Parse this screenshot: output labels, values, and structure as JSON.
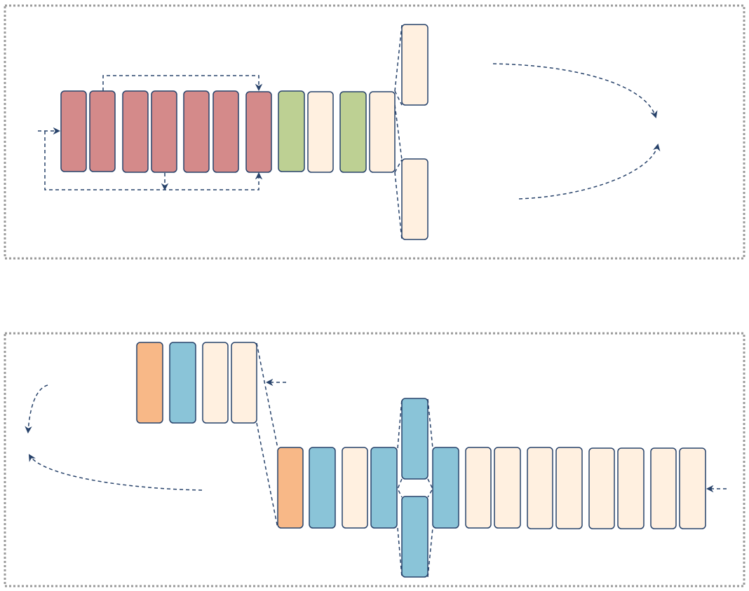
{
  "colors": {
    "red": "#d48a8a",
    "green": "#bdd093",
    "cream": "#fff0e0",
    "blue": "#8ac4d8",
    "orange": "#f8b887",
    "stroke": "#27426a",
    "frame": "#9a9a9a"
  },
  "top_panel": {
    "blocks": [
      "red",
      "red",
      "red",
      "red",
      "red",
      "red",
      "red",
      "green",
      "cream",
      "green",
      "cream",
      "cream",
      "cream"
    ]
  },
  "bottom_panel": {
    "blocks": [
      "orange",
      "blue",
      "cream",
      "cream",
      "orange",
      "blue",
      "cream",
      "blue",
      "blue",
      "blue",
      "blue",
      "cream",
      "cream",
      "cream",
      "cream",
      "cream",
      "cream",
      "cream",
      "cream"
    ]
  }
}
